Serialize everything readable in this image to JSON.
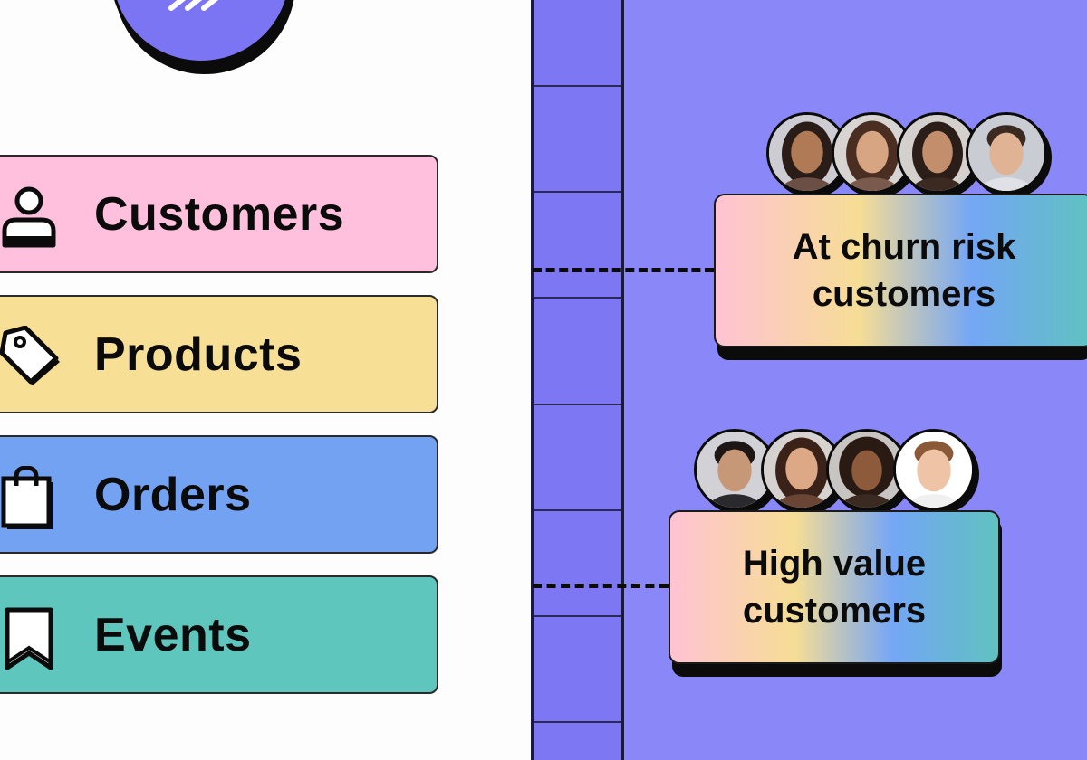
{
  "menu": {
    "items": [
      {
        "label": "Customers",
        "icon": "user-icon",
        "color": "#ffc0dd"
      },
      {
        "label": "Products",
        "icon": "tag-icon",
        "color": "#f8df96"
      },
      {
        "label": "Orders",
        "icon": "shopping-bag-icon",
        "color": "#74a2f2"
      },
      {
        "label": "Events",
        "icon": "bookmark-icon",
        "color": "#5fc6be"
      }
    ]
  },
  "segments": [
    {
      "title_line1": "At churn risk",
      "title_line2": "customers",
      "avatars": 4
    },
    {
      "title_line1": "High value",
      "title_line2": "customers",
      "avatars": 4
    }
  ],
  "colors": {
    "accent": "#7d77f4",
    "right_background": "#8a88f9",
    "logo": "#7b74f3"
  }
}
